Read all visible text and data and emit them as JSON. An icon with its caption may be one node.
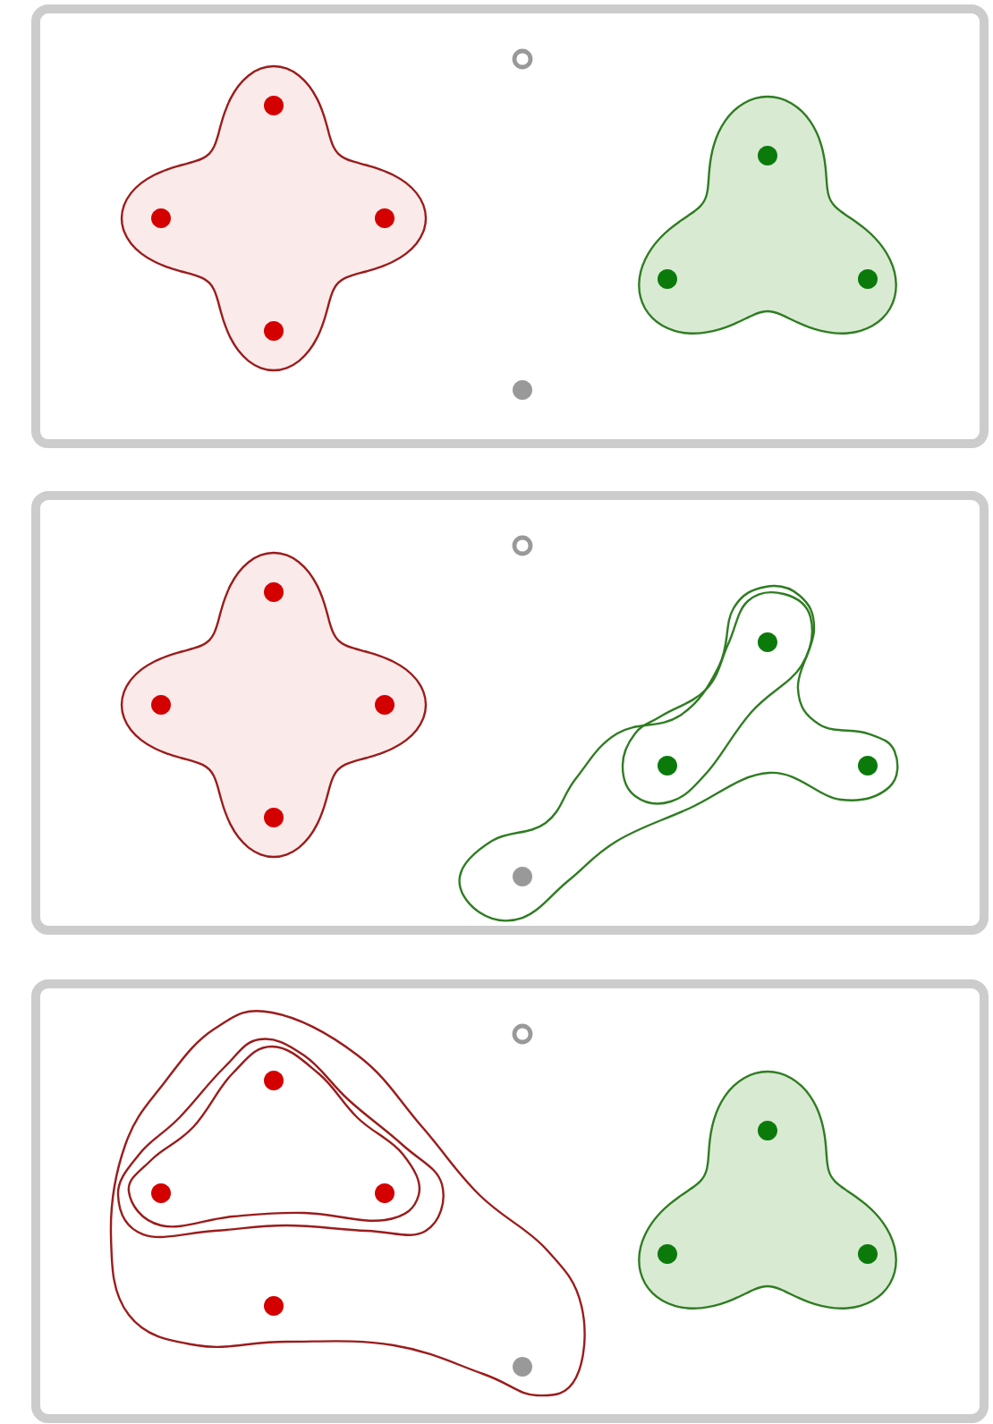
{
  "diagram": {
    "nodes": [
      {
        "text": [],
        "shape": "box"
      },
      {
        "text": [],
        "shape": "blob",
        "in": 0
      },
      {
        "text": [],
        "shape": "circle",
        "in": 1
      },
      {
        "text": [],
        "shape": "circle",
        "in": 1
      },
      {
        "text": [],
        "shape": "circle",
        "in": 1
      },
      {
        "text": [],
        "shape": "circle",
        "in": 1
      },
      {
        "text": [],
        "shape": "blob",
        "in": 0
      },
      {
        "text": [],
        "shape": "circle",
        "in": 6
      },
      {
        "text": [],
        "shape": "circle",
        "in": 6
      },
      {
        "text": [],
        "shape": "circle",
        "in": 6
      },
      {
        "text": [],
        "shape": "ring",
        "in": 0
      },
      {
        "text": [],
        "shape": "circle",
        "in": 0
      },
      {
        "text": [],
        "shape": "box"
      },
      {
        "text": [],
        "shape": "blob",
        "in": 12
      },
      {
        "text": [],
        "shape": "circle",
        "in": 13
      },
      {
        "text": [],
        "shape": "circle",
        "in": 13
      },
      {
        "text": [],
        "shape": "circle",
        "in": 13
      },
      {
        "text": [],
        "shape": "circle",
        "in": 13
      },
      {
        "text": [],
        "shape": "blob",
        "in": 12
      },
      {
        "text": [],
        "shape": "blob",
        "in": 18
      },
      {
        "text": [],
        "shape": "circle",
        "in": 19
      },
      {
        "text": [],
        "shape": "circle",
        "in": 19
      },
      {
        "text": [],
        "shape": "circle",
        "in": 18
      },
      {
        "text": [],
        "shape": "ring",
        "in": 12
      },
      {
        "text": [],
        "shape": "circle",
        "in": 18
      },
      {
        "text": [],
        "shape": "box"
      },
      {
        "text": [],
        "shape": "blob",
        "in": 25
      },
      {
        "text": [],
        "shape": "blob",
        "in": 26
      },
      {
        "text": [],
        "shape": "blob",
        "in": 27
      },
      {
        "text": [],
        "shape": "circle",
        "in": 28
      },
      {
        "text": [],
        "shape": "circle",
        "in": 28
      },
      {
        "text": [],
        "shape": "circle",
        "in": 28
      },
      {
        "text": [],
        "shape": "circle",
        "in": 26
      },
      {
        "text": [],
        "shape": "blob",
        "in": 25
      },
      {
        "text": [],
        "shape": "circle",
        "in": 33
      },
      {
        "text": [],
        "shape": "circle",
        "in": 33
      },
      {
        "text": [],
        "shape": "circle",
        "in": 33
      },
      {
        "text": [],
        "shape": "ring",
        "in": 25
      },
      {
        "text": [],
        "shape": "circle",
        "in": 26
      }
    ]
  }
}
